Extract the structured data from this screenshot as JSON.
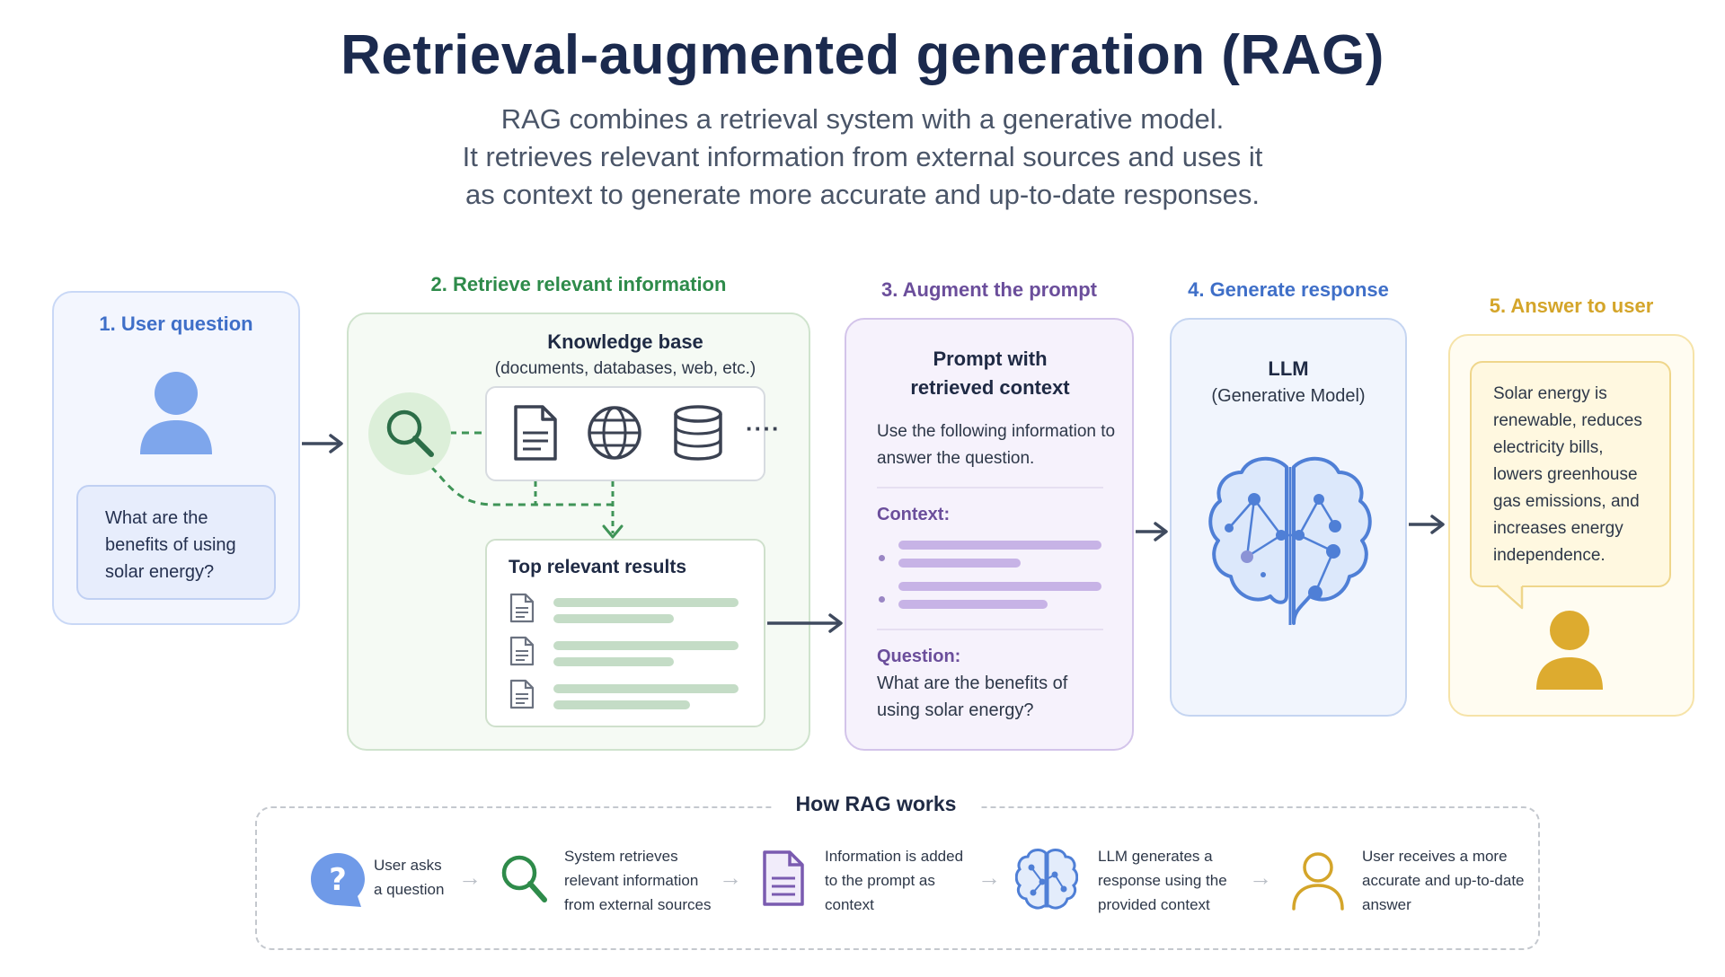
{
  "title": "Retrieval-augmented generation (RAG)",
  "subtitle": [
    "RAG combines a retrieval system with a generative model.",
    "It retrieves relevant information from external sources and uses it",
    "as context to generate more accurate and up-to-date responses."
  ],
  "steps": {
    "s1": {
      "label": "1. User question",
      "question": "What are the benefits of using solar energy?",
      "color": "#3f6fc8"
    },
    "s2": {
      "label": "2. Retrieve relevant information",
      "kb_title": "Knowledge base",
      "kb_subtitle": "(documents, databases, web, etc.)",
      "kb_more": "····",
      "results_title": "Top relevant results",
      "color": "#2e8b4a"
    },
    "s3": {
      "label": "3. Augment the prompt",
      "heading": "Prompt with retrieved context",
      "instruction": "Use the following information to answer the question.",
      "context_label": "Context:",
      "question_label": "Question:",
      "question": "What are the benefits of using solar energy?",
      "color": "#6b4e9b"
    },
    "s4": {
      "label": "4. Generate response",
      "title": "LLM",
      "subtitle": "(Generative Model)",
      "color": "#3f6fc8"
    },
    "s5": {
      "label": "5. Answer to user",
      "answer": "Solar energy is renewable, reduces electricity bills, lowers greenhouse gas emissions, and increases energy independence.",
      "color": "#d4a52a"
    }
  },
  "how": {
    "title": "How RAG works",
    "items": [
      {
        "line1": "User asks",
        "line2": "a question",
        "line3": "",
        "icon": "question-bubble-icon"
      },
      {
        "line1": "System retrieves",
        "line2": "relevant information",
        "line3": "from external sources",
        "icon": "magnifier-icon"
      },
      {
        "line1": "Information is added",
        "line2": "to the prompt as",
        "line3": "context",
        "icon": "document-icon"
      },
      {
        "line1": "LLM generates a",
        "line2": "response using the",
        "line3": "provided context",
        "icon": "brain-icon"
      },
      {
        "line1": "User receives a more",
        "line2": "accurate and up-to-date",
        "line3": "answer",
        "icon": "user-outline-icon"
      }
    ]
  },
  "colors": {
    "navy": "#1b2a4e",
    "blue": "#3f6fc8",
    "green": "#2e8b4a",
    "purple": "#6b4e9b",
    "gold": "#d4a52a"
  }
}
